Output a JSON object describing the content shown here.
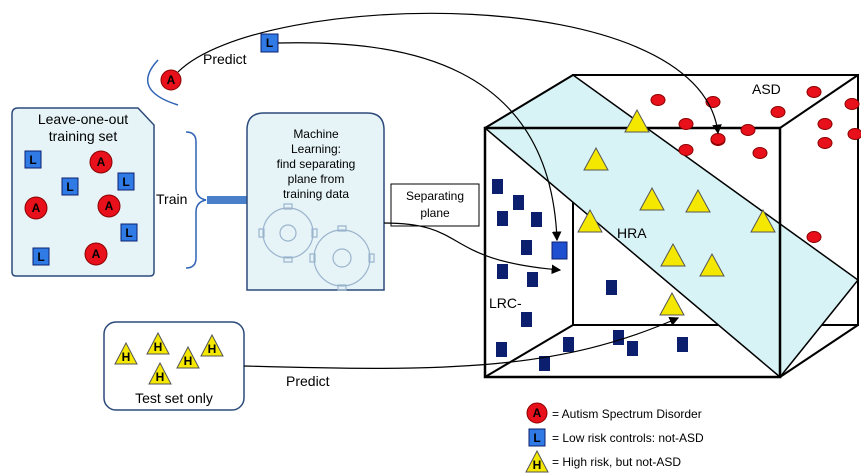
{
  "top": {
    "predict": "Predict",
    "marker_a": "A",
    "marker_l": "L"
  },
  "training_set": {
    "title_line1": "Leave-one-out",
    "title_line2": "training set",
    "items": [
      "L",
      "A",
      "L",
      "L",
      "A",
      "A",
      "L",
      "L",
      "A"
    ]
  },
  "train_label": "Train",
  "ml_box": {
    "line1": "Machine",
    "line2": "Learning:",
    "line3": "find separating",
    "line4": "plane from",
    "line5": "training data"
  },
  "separating_plane": {
    "line1": "Separating",
    "line2": "plane"
  },
  "cube": {
    "asd": "ASD",
    "hra": "HRA",
    "lrc": "LRC-"
  },
  "test_set": {
    "title": "Test set only",
    "items": [
      "H",
      "H",
      "H",
      "H",
      "H"
    ],
    "predict": "Predict"
  },
  "legend": {
    "items": [
      {
        "glyph": "A",
        "text": "= Autism Spectrum Disorder"
      },
      {
        "glyph": "L",
        "text": "= Low risk controls: not-ASD"
      },
      {
        "glyph": "H",
        "text": "= High risk, but not-ASD"
      }
    ]
  },
  "colors": {
    "asd_red": "#e8101a",
    "lrc_blue": "#1f6fd1",
    "lrc_navy": "#0c1f6e",
    "hra_yellow": "#f5e800",
    "plane_fill": "#d8f3f6",
    "box_fill": "#e6f4f8",
    "box_stroke": "#2c4a7a"
  }
}
